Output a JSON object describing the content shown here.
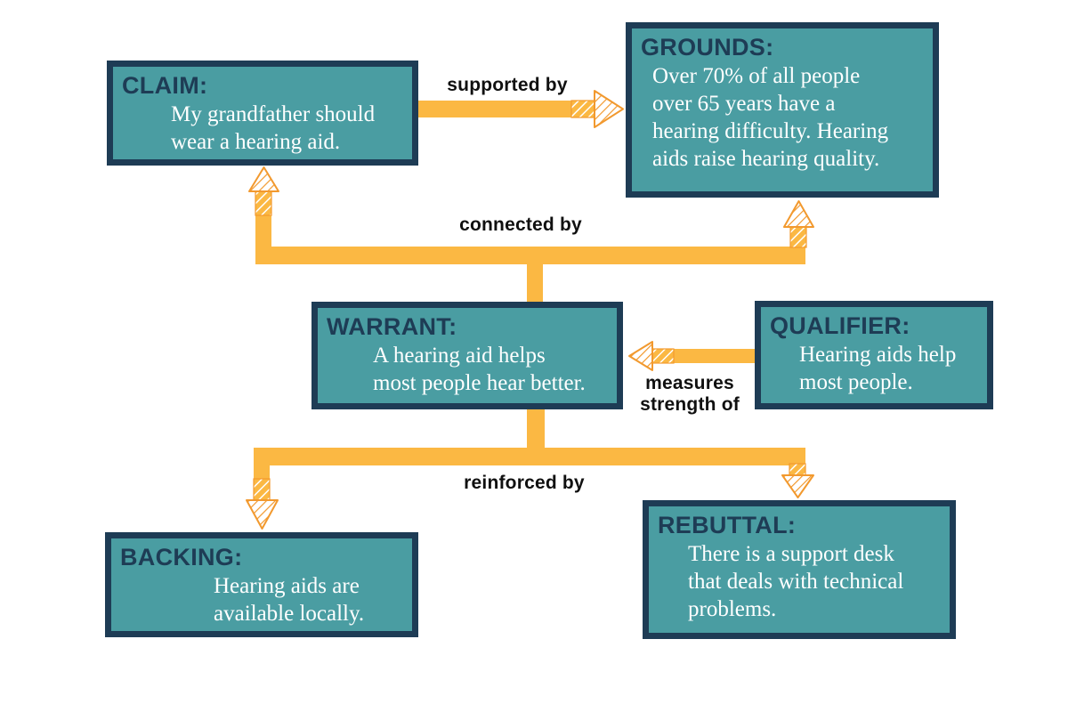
{
  "colors": {
    "box_fill_teal": "#4A9DA2",
    "box_border_navy": "#1E3C55",
    "title_navy": "#1E3C55",
    "body_text_white": "#FFFFFF",
    "arrow_orange": "#FBB843",
    "arrow_hatch_orange": "#F2992E",
    "label_black": "#101010",
    "background": "#FFFFFF"
  },
  "boxes": {
    "claim": {
      "title": "CLAIM:",
      "lines": [
        "My grandfather should",
        "wear a hearing aid."
      ]
    },
    "grounds": {
      "title": "GROUNDS:",
      "lines": [
        "Over 70% of all people",
        "over 65 years have a",
        "hearing difficulty. Hearing",
        "aids raise hearing quality."
      ]
    },
    "warrant": {
      "title": "WARRANT:",
      "lines": [
        "A hearing aid helps",
        "most people hear better."
      ]
    },
    "qualifier": {
      "title": "QUALIFIER:",
      "lines": [
        "Hearing aids help",
        "most people."
      ]
    },
    "backing": {
      "title": "BACKING:",
      "lines": [
        "Hearing aids are",
        "available locally."
      ]
    },
    "rebuttal": {
      "title": "REBUTTAL:",
      "lines": [
        "There is a support desk",
        "that deals with technical",
        "problems."
      ]
    }
  },
  "connectors": {
    "supported_by": {
      "label": "supported by"
    },
    "connected_by": {
      "label": "connected by"
    },
    "measures_strength_of": {
      "label": "measures strength of"
    },
    "reinforced_by": {
      "label": "reinforced by"
    }
  }
}
